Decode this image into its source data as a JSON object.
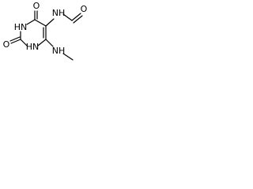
{
  "structure": {
    "atoms": {
      "o_top": "O",
      "o_left": "O",
      "o_formyl": "O",
      "hn_top": "HN",
      "hn_bottom": "HN",
      "nh_formamide": "NH",
      "nh_methylamino": "NH"
    },
    "bond_color": "#000000",
    "background_color": "#ffffff"
  }
}
